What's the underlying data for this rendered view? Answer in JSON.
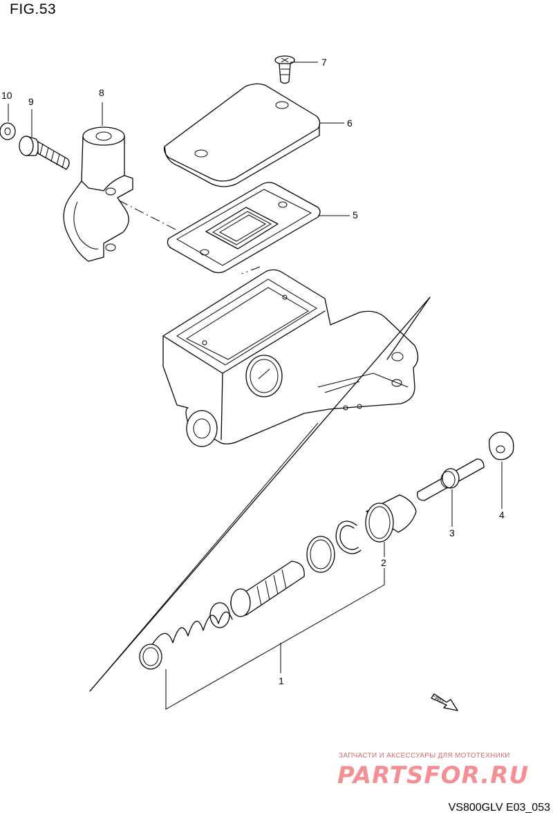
{
  "figure": {
    "title": "FIG.53",
    "code": "VS800GLV E03_053"
  },
  "watermark": {
    "subtitle": "ЗАПЧАСТИ И АКСЕССУАРЫ ДЛЯ МОТОТЕХНИКИ",
    "brand": "PARTSFOR.RU"
  },
  "fwd_label": "FWD",
  "callouts": [
    {
      "id": "1",
      "label": "1",
      "part": "piston-set"
    },
    {
      "id": "2",
      "label": "2",
      "part": "boot"
    },
    {
      "id": "3",
      "label": "3",
      "part": "push-rod"
    },
    {
      "id": "4",
      "label": "4",
      "part": "joint"
    },
    {
      "id": "5",
      "label": "5",
      "part": "diaphragm"
    },
    {
      "id": "6",
      "label": "6",
      "part": "reservoir-cap"
    },
    {
      "id": "7",
      "label": "7",
      "part": "cap-screw"
    },
    {
      "id": "8",
      "label": "8",
      "part": "clamp"
    },
    {
      "id": "9",
      "label": "9",
      "part": "clamp-bolt"
    },
    {
      "id": "10",
      "label": "10",
      "part": "washer"
    }
  ]
}
